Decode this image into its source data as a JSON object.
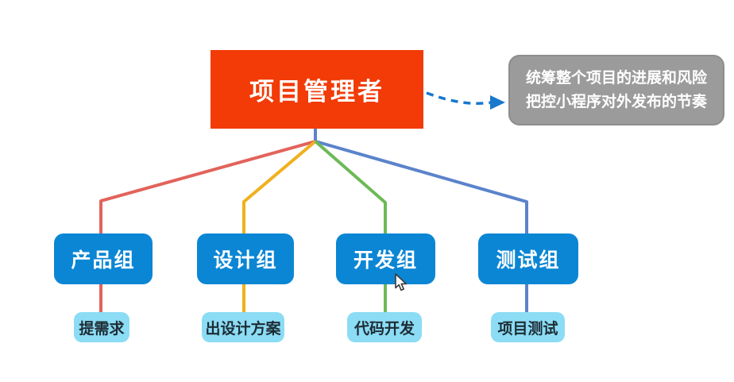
{
  "diagram": {
    "root_label": "项目管理者",
    "annotation_line1": "统筹整个项目的进展和风险",
    "annotation_line2": "把控小程序对外发布的节奏"
  },
  "groups": [
    {
      "label": "产品组",
      "task": "提需求",
      "line_color": "#E2635B"
    },
    {
      "label": "设计组",
      "task": "出设计方案",
      "line_color": "#F0B01E"
    },
    {
      "label": "开发组",
      "task": "代码开发",
      "line_color": "#6CBA56"
    },
    {
      "label": "测试组",
      "task": "项目测试",
      "line_color": "#5B83CB"
    }
  ],
  "colors": {
    "root_box": "#F23B07",
    "group_box": "#0B86D4",
    "task_box": "#8BDCF4",
    "annotation_box": "#9B9B9B",
    "arrow": "#1878CC"
  },
  "icons": {
    "cursor": "arrow-pointer-icon"
  }
}
